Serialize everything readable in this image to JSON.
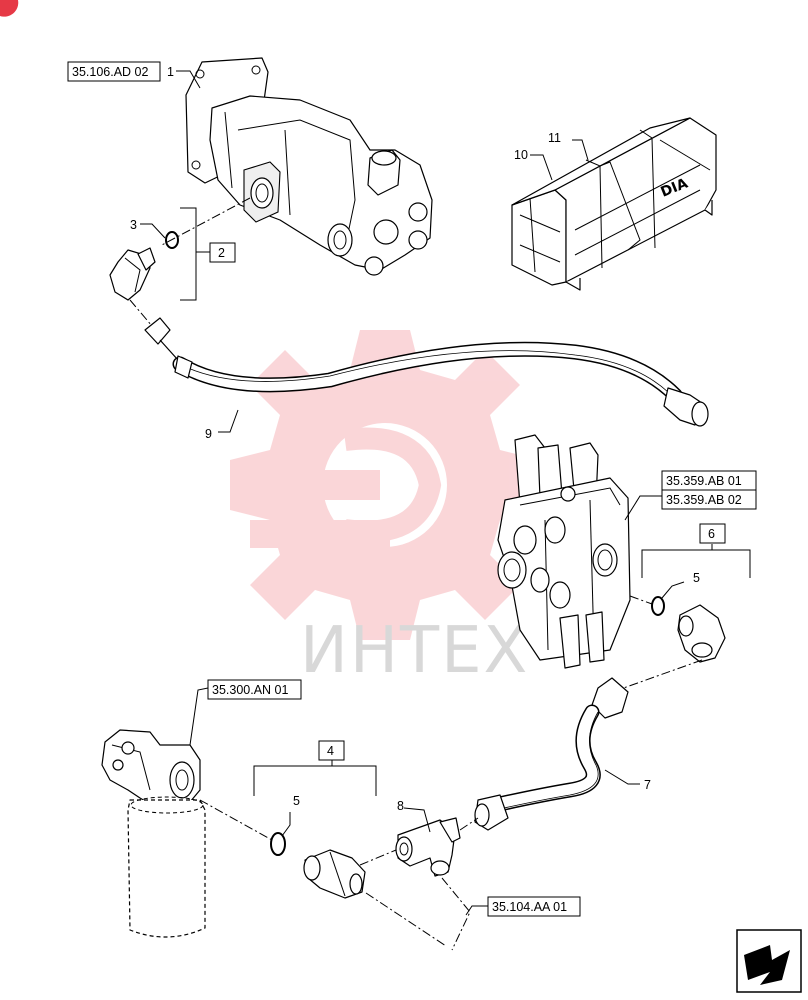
{
  "watermark": {
    "text": "ИНТЕХ",
    "accent_color": "#e63946",
    "text_color": "#d8d8d8"
  },
  "reference_boxes": {
    "pump_ref": "35.106.AD 02",
    "valve_ref_1": "35.359.AB 01",
    "valve_ref_2": "35.359.AB 02",
    "filter_ref": "35.300.AN 01",
    "tank_ref": "35.104.AA 01"
  },
  "kit_boxes": {
    "kit_2": "2",
    "kit_4": "4",
    "kit_6": "6"
  },
  "callouts": {
    "c1": "1",
    "c3": "3",
    "c5a": "5",
    "c5b": "5",
    "c7": "7",
    "c8": "8",
    "c9": "9",
    "c10": "10",
    "c11": "11"
  },
  "crate_label": "DIA",
  "icons": [
    "watermark-gear-icon",
    "next-page-arrow-icon",
    "corner-badge-icon"
  ]
}
